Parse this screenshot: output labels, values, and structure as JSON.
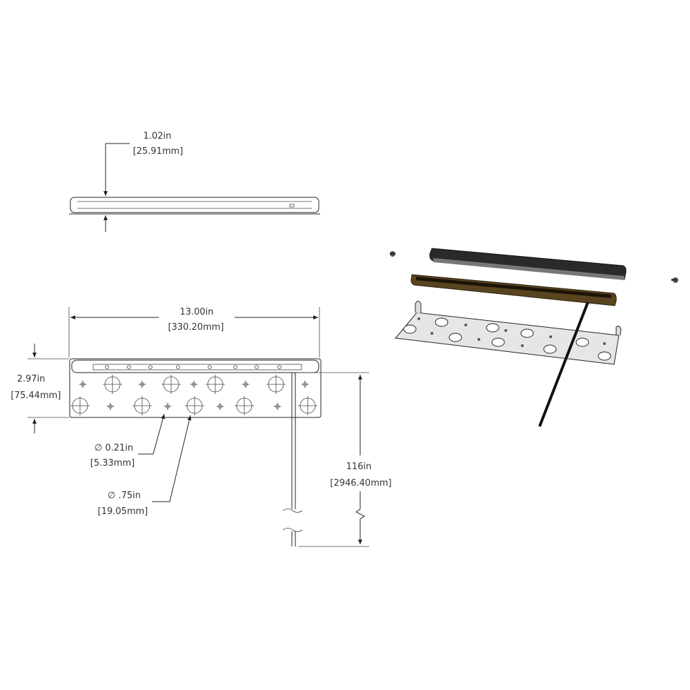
{
  "top_view": {
    "height_in": "1.02in",
    "height_mm": "[25.91mm]"
  },
  "front_view": {
    "width_in": "13.00in",
    "width_mm": "[330.20mm]",
    "height_in": "2.97in",
    "height_mm": "[75.44mm]",
    "small_hole_in": "∅ 0.21in",
    "small_hole_mm": "[5.33mm]",
    "large_hole_in": "∅ .75in",
    "large_hole_mm": "[19.05mm]",
    "cable_in": "116in",
    "cable_mm": "[2946.40mm]"
  },
  "colors": {
    "cover": "#2a2a2a",
    "light_bar": "#5a4420",
    "bracket": "#e4e6e8",
    "line": "#222222"
  }
}
